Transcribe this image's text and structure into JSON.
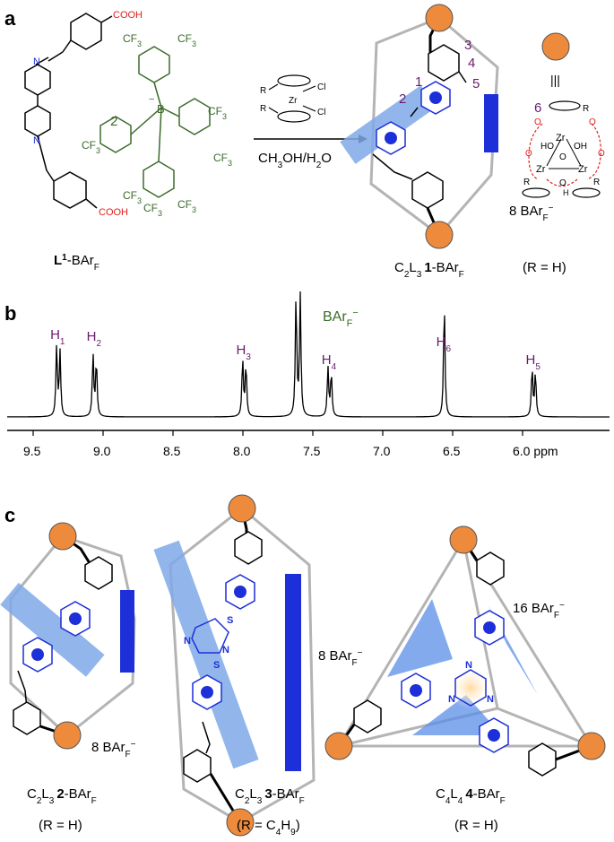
{
  "panels": {
    "a": "a",
    "b": "b",
    "c": "c"
  },
  "panel_a": {
    "ligand": {
      "label_main": "L",
      "label_sup": "1",
      "label_rest": "-BAr",
      "label_sub": "F",
      "acid_top": "COOH",
      "acid_bottom": "COOH"
    },
    "borate": {
      "number": "2",
      "cf3": "CF",
      "cf3_sub": "3",
      "boron": "B",
      "charge": "−"
    },
    "reaction": {
      "zr": "Zr",
      "cl": "Cl",
      "r": "R",
      "conditions": "CH",
      "conditions_sub": "3",
      "conditions_rest": "OH/H",
      "conditions_sub2": "2",
      "conditions_end": "O"
    },
    "cage": {
      "numbers": [
        "1",
        "2",
        "3",
        "4",
        "5",
        "6"
      ],
      "counterion": "8 BAr",
      "counterion_sub": "F",
      "counterion_sup": "−",
      "label": "C",
      "label_sub1": "2",
      "label_mid": "L",
      "label_sub2": "3",
      "label_bold": "1",
      "label_rest": "-BAr",
      "label_sub3": "F",
      "note": "(R = H)"
    },
    "cluster": {
      "zr": "Zr",
      "ho": "HO",
      "oh": "OH",
      "o": "O",
      "h": "H",
      "r": "R",
      "equiv": "|||"
    }
  },
  "panel_b": {
    "peaks": [
      {
        "label": "H",
        "sub": "1",
        "ppm": 9.32
      },
      {
        "label": "H",
        "sub": "2",
        "ppm": 9.06
      },
      {
        "label": "H",
        "sub": "3",
        "ppm": 7.99
      },
      {
        "label": "H",
        "sub": "4",
        "ppm": 7.38
      },
      {
        "label": "H",
        "sub": "6",
        "ppm": 6.56
      },
      {
        "label": "H",
        "sub": "5",
        "ppm": 5.92
      }
    ],
    "solvent_label": "BAr",
    "solvent_sub": "F",
    "solvent_sup": "−",
    "axis_ticks": [
      "9.5",
      "9.0",
      "8.5",
      "8.0",
      "7.5",
      "7.0",
      "6.5",
      "6.0 ppm"
    ]
  },
  "panel_c": {
    "cage2": {
      "label": "C",
      "sub1": "2",
      "mid": "L",
      "sub2": "3",
      "bold": "2",
      "rest": "-BAr",
      "sub3": "F",
      "note": "(R = H)",
      "counterion": "8 BAr",
      "ci_sub": "F",
      "ci_sup": "−"
    },
    "cage3": {
      "label": "C",
      "sub1": "2",
      "mid": "L",
      "sub2": "3",
      "bold": "3",
      "rest": "-BAr",
      "sub3": "F",
      "note_pre": "(R = C",
      "note_sub": "4",
      "note_mid": "H",
      "note_sub2": "9",
      "note_end": ")",
      "counterion": "8 BAr",
      "ci_sub": "F",
      "ci_sup": "−",
      "atoms": [
        "S",
        "N",
        "N",
        "S"
      ]
    },
    "cage4": {
      "label": "C",
      "sub1": "4",
      "mid": "L",
      "sub2": "4",
      "bold": "4",
      "rest": "-BAr",
      "sub3": "F",
      "note": "(R = H)",
      "counterion": "16 BAr",
      "ci_sub": "F",
      "ci_sup": "−",
      "atoms": [
        "N",
        "N",
        "N"
      ]
    }
  },
  "colors": {
    "orange": "#ee8a3c",
    "blue": "#1c2fd8",
    "lightblue": "#7fa9e8",
    "purple": "#6a1b6e",
    "green": "#3b6b2a",
    "red": "#e0201c",
    "gray": "#b4b4b4"
  }
}
